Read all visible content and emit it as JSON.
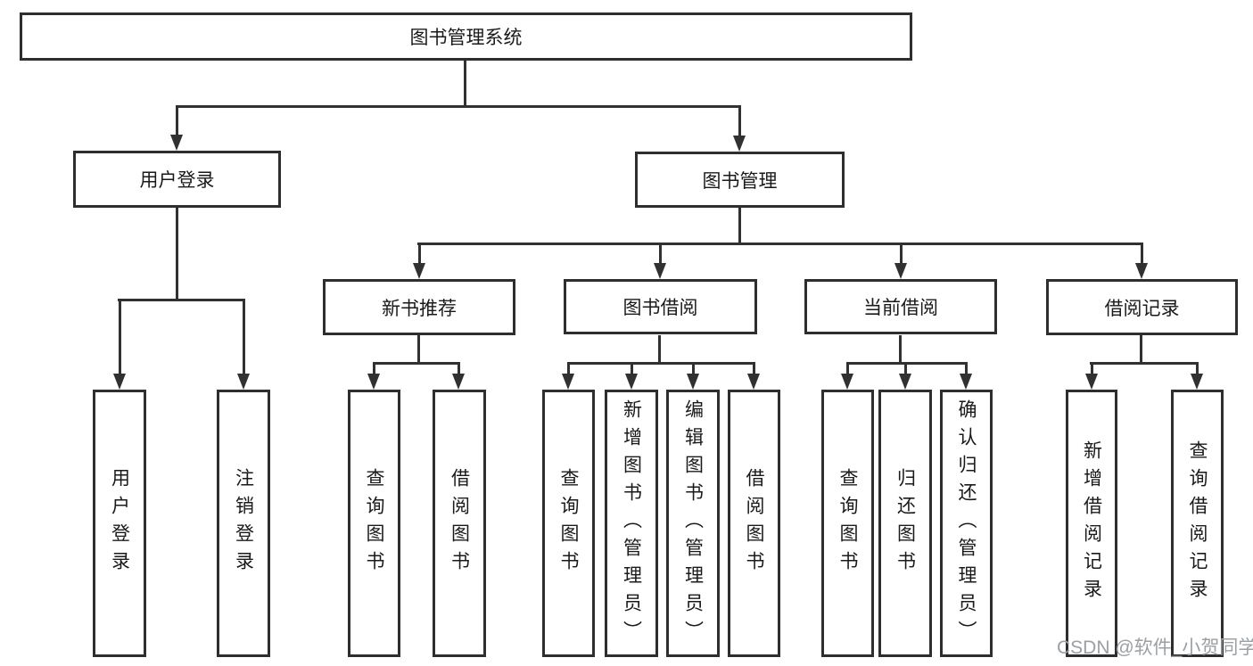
{
  "tree": {
    "root": {
      "label": "图书管理系统",
      "children": [
        {
          "label": "用户登录",
          "children": [
            {
              "label": "用户登录"
            },
            {
              "label": "注销登录"
            }
          ]
        },
        {
          "label": "图书管理",
          "children": [
            {
              "label": "新书推荐",
              "children": [
                {
                  "label": "查询图书"
                },
                {
                  "label": "借阅图书"
                }
              ]
            },
            {
              "label": "图书借阅",
              "children": [
                {
                  "label": "查询图书"
                },
                {
                  "label": "新增图书（管理员）"
                },
                {
                  "label": "编辑图书（管理员）"
                },
                {
                  "label": "借阅图书"
                }
              ]
            },
            {
              "label": "当前借阅",
              "children": [
                {
                  "label": "查询图书"
                },
                {
                  "label": "归还图书"
                },
                {
                  "label": "确认归还（管理员）"
                }
              ]
            },
            {
              "label": "借阅记录",
              "children": [
                {
                  "label": "新增借阅记录"
                },
                {
                  "label": "查询借阅记录"
                }
              ]
            }
          ]
        }
      ]
    }
  },
  "watermark": {
    "text": "CSDN @软件_小贺同学"
  },
  "colors": {
    "line": "#313131",
    "border": "#2e2e2e",
    "text": "#1a1a1a",
    "box_bg": "#ffffff",
    "watermark": "#9ba0a5"
  }
}
